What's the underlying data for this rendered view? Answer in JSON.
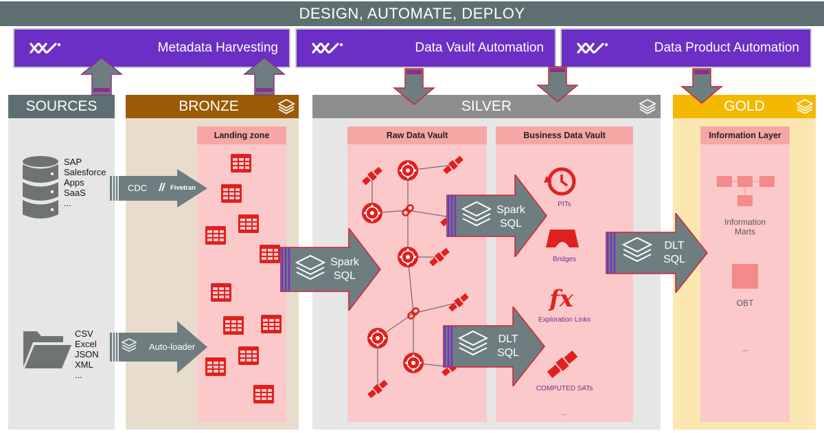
{
  "header": {
    "title": "DESIGN, AUTOMATE, DEPLOY"
  },
  "tools": [
    {
      "label": "Metadata Harvesting"
    },
    {
      "label": "Data Vault Automation"
    },
    {
      "label": "Data Product Automation"
    }
  ],
  "layers": {
    "sources": "SOURCES",
    "bronze": "BRONZE",
    "silver": "SILVER",
    "gold": "GOLD"
  },
  "sources": {
    "database_items": [
      "SAP",
      "Salesforce",
      "Apps",
      "SaaS",
      "..."
    ],
    "file_items": [
      "CSV",
      "Excel",
      "JSON",
      "XML",
      "..."
    ]
  },
  "bronze": {
    "landing_zone": "Landing zone",
    "cdc_label": "CDC",
    "fivetran_label": "Fivetran",
    "autoloader_label": "Auto-loader"
  },
  "silver": {
    "raw_vault": "Raw Data Vault",
    "business_vault": "Business Data Vault",
    "spark_sql_1": [
      "Spark",
      "SQL"
    ],
    "spark_sql_2": [
      "Spark",
      "SQL"
    ],
    "dlt_sql_1": [
      "DLT",
      "SQL"
    ],
    "business_items": [
      "PITs",
      "Bridges",
      "Exploration Links",
      "COMPUTED SATs",
      "..."
    ]
  },
  "gold": {
    "info_layer": "Information Layer",
    "dlt_sql": [
      "DLT",
      "SQL"
    ],
    "marts_label": [
      "Information",
      "Marts"
    ],
    "obt_label": "OBT",
    "ellipsis": "..."
  },
  "colors": {
    "header": "#5e6f72",
    "tool": "#6b2fc6",
    "bronze": "#9a5a06",
    "silver": "#8e8e8e",
    "gold": "#f3b800",
    "pink": "#fbc9c9",
    "red": "#e0201f",
    "arrow": "#5e6f72"
  },
  "icons": [
    "layers-icon",
    "table-icon",
    "database-icon",
    "folder-icon",
    "hub-icon",
    "link-icon",
    "satellite-icon",
    "clock-icon",
    "bridge-icon",
    "fx-icon",
    "logo-icon"
  ]
}
